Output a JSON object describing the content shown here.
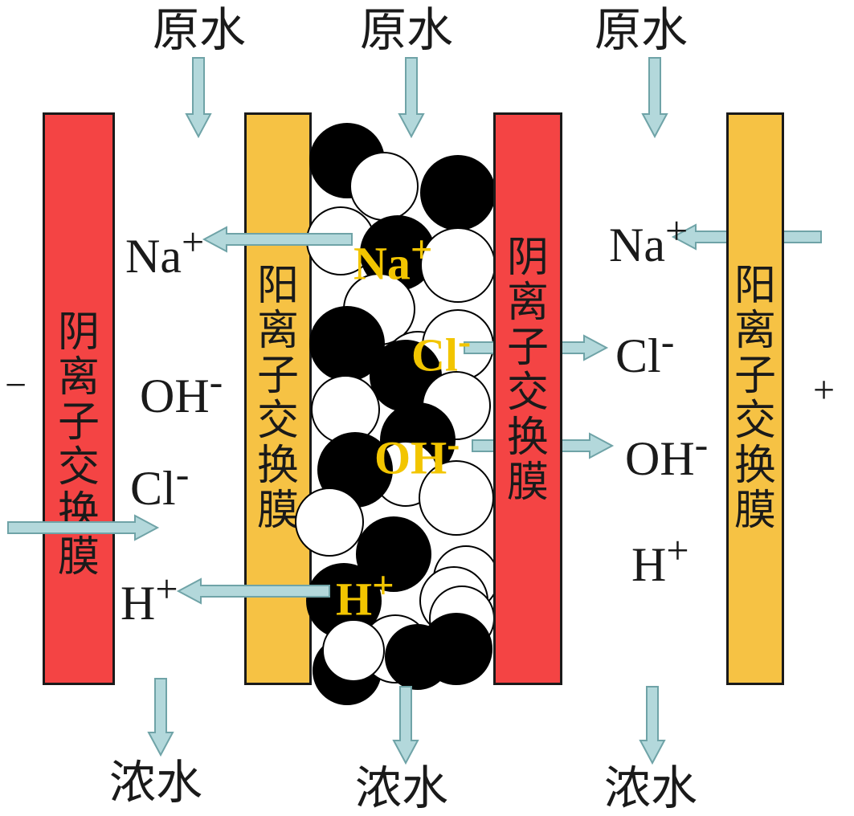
{
  "colors": {
    "anion_membrane": "#f44444",
    "cation_membrane": "#f6c244",
    "arrow_fill": "#b3d8db",
    "arrow_stroke": "#6fa3a7",
    "resin_dark": "#000000",
    "resin_light": "#ffffff",
    "yellow_ion_text": "#f2c500"
  },
  "feed_labels": [
    "原水",
    "原水",
    "原水"
  ],
  "concentrate_labels": [
    "浓水",
    "浓水",
    "浓水"
  ],
  "electrodes": {
    "negative": "−",
    "positive": "+"
  },
  "membranes": [
    {
      "type": "anion",
      "text": "阴离子交换膜",
      "chars": [
        "阴",
        "离",
        "子",
        "交",
        "换",
        "膜"
      ]
    },
    {
      "type": "cation",
      "text": "阳离子交换膜",
      "chars": [
        "阳",
        "离",
        "子",
        "交",
        "换",
        "膜"
      ]
    },
    {
      "type": "anion",
      "text": "阴离子交换膜",
      "chars": [
        "阴",
        "离",
        "子",
        "交",
        "换",
        "膜"
      ]
    },
    {
      "type": "cation",
      "text": "阳离子交换膜",
      "chars": [
        "阳",
        "离",
        "子",
        "交",
        "换",
        "膜"
      ]
    }
  ],
  "ions": {
    "left_chamber": {
      "na": {
        "base": "Na",
        "sup": "+"
      },
      "oh": {
        "base": "OH",
        "sup": "-"
      },
      "cl": {
        "base": "Cl",
        "sup": "-"
      },
      "h": {
        "base": "H",
        "sup": "+"
      }
    },
    "resin_bed": {
      "na": {
        "base": "Na",
        "sup": "+"
      },
      "cl": {
        "base": "Cl",
        "sup": "-"
      },
      "oh": {
        "base": "OH",
        "sup": "-"
      },
      "h": {
        "base": "H",
        "sup": "+"
      }
    },
    "right_chamber": {
      "na": {
        "base": "Na",
        "sup": "+"
      },
      "cl": {
        "base": "Cl",
        "sup": "-"
      },
      "oh": {
        "base": "OH",
        "sup": "-"
      },
      "h": {
        "base": "H",
        "sup": "+"
      }
    }
  },
  "resin_beads": [
    {
      "d": 1
    },
    {
      "d": 0
    },
    {
      "d": 1
    },
    {
      "d": 0
    },
    {
      "d": 1
    },
    {
      "d": 0
    },
    {
      "d": 0
    },
    {
      "d": 1
    },
    {
      "d": 0
    },
    {
      "d": 0
    },
    {
      "d": 1
    },
    {
      "d": 0
    },
    {
      "d": 0
    },
    {
      "d": 1
    },
    {
      "d": 0
    },
    {
      "d": 1
    },
    {
      "d": 0
    },
    {
      "d": 0
    },
    {
      "d": 1
    },
    {
      "d": 0
    },
    {
      "d": 1
    },
    {
      "d": 0
    },
    {
      "d": 1
    },
    {
      "d": 0
    },
    {
      "d": 0
    },
    {
      "d": 1
    },
    {
      "d": 0
    },
    {
      "d": 1
    }
  ]
}
